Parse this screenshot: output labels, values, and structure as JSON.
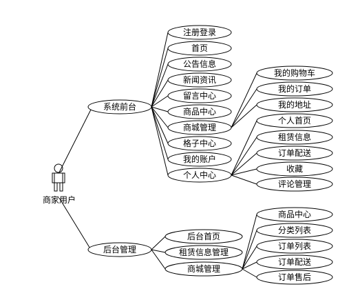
{
  "actor": {
    "label": "商家用户"
  },
  "frontend": {
    "label": "系统前台",
    "items": [
      {
        "label": "注册登录"
      },
      {
        "label": "首页"
      },
      {
        "label": "公告信息"
      },
      {
        "label": "新闻资讯"
      },
      {
        "label": "留言中心"
      },
      {
        "label": "商品中心"
      },
      {
        "label": "商城管理",
        "children": [
          {
            "label": "我的购物车"
          },
          {
            "label": "我的订单"
          },
          {
            "label": "我的地址"
          }
        ]
      },
      {
        "label": "格子中心"
      },
      {
        "label": "我的账户"
      },
      {
        "label": "个人中心",
        "children": [
          {
            "label": "个人首页"
          },
          {
            "label": "租赁信息"
          },
          {
            "label": "订单配送"
          },
          {
            "label": "收藏"
          },
          {
            "label": "评论管理"
          }
        ]
      }
    ]
  },
  "backend": {
    "label": "后台管理",
    "items": [
      {
        "label": "后台首页"
      },
      {
        "label": "租赁信息管理"
      },
      {
        "label": "商城管理",
        "children": [
          {
            "label": "商品中心"
          },
          {
            "label": "分类列表"
          },
          {
            "label": "订单列表"
          },
          {
            "label": "订单配送"
          },
          {
            "label": "订单售后"
          }
        ]
      }
    ]
  }
}
